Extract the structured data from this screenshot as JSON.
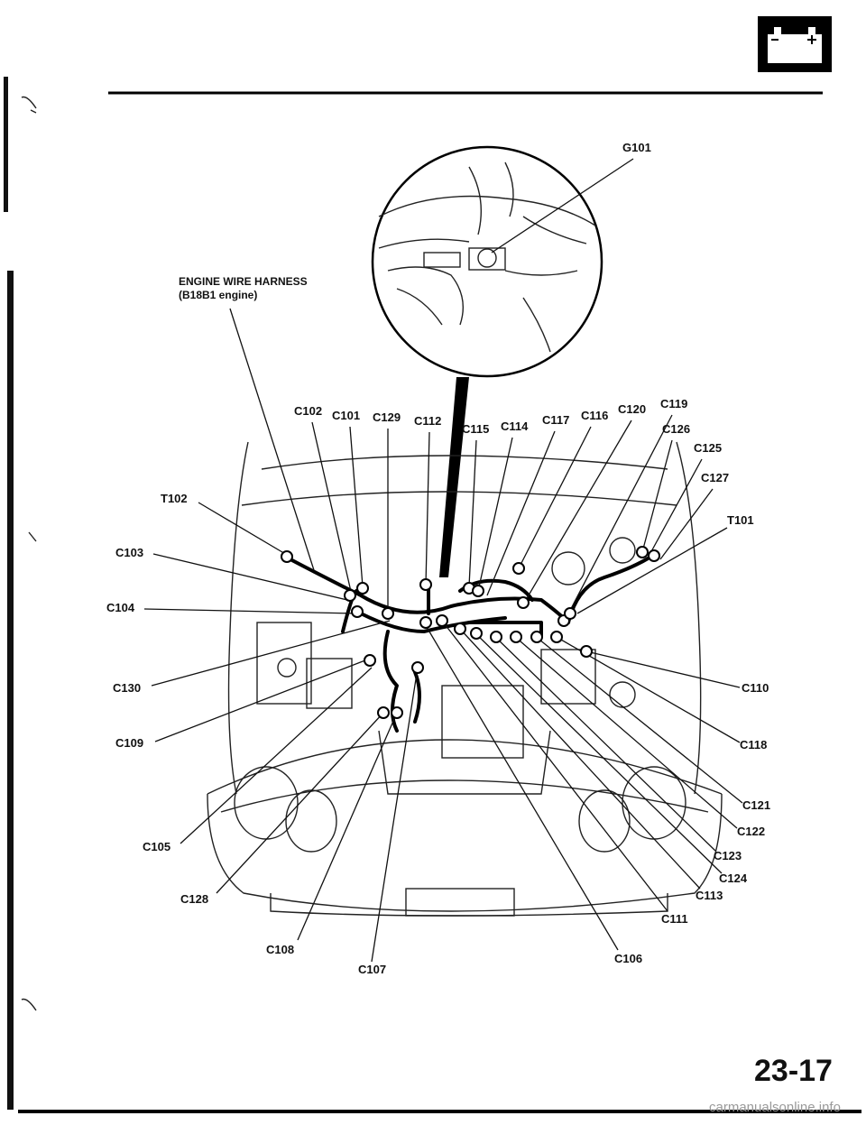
{
  "header": {
    "icon": "battery-icon"
  },
  "harness_label": {
    "line1": "ENGINE WIRE HARNESS",
    "line2": "(B18B1 engine)"
  },
  "ground_label": "G101",
  "callouts": [
    {
      "id": "c102",
      "text": "C102"
    },
    {
      "id": "c101",
      "text": "C101"
    },
    {
      "id": "c129",
      "text": "C129"
    },
    {
      "id": "c112",
      "text": "C112"
    },
    {
      "id": "c115",
      "text": "C115"
    },
    {
      "id": "c114",
      "text": "C114"
    },
    {
      "id": "c117",
      "text": "C117"
    },
    {
      "id": "c116",
      "text": "C116"
    },
    {
      "id": "c120",
      "text": "C120"
    },
    {
      "id": "c119",
      "text": "C119"
    },
    {
      "id": "c126",
      "text": "C126"
    },
    {
      "id": "c125",
      "text": "C125"
    },
    {
      "id": "c127",
      "text": "C127"
    },
    {
      "id": "t101",
      "text": "T101"
    },
    {
      "id": "t102",
      "text": "T102"
    },
    {
      "id": "c103",
      "text": "C103"
    },
    {
      "id": "c104",
      "text": "C104"
    },
    {
      "id": "c130",
      "text": "C130"
    },
    {
      "id": "c109",
      "text": "C109"
    },
    {
      "id": "c105",
      "text": "C105"
    },
    {
      "id": "c128",
      "text": "C128"
    },
    {
      "id": "c108",
      "text": "C108"
    },
    {
      "id": "c107",
      "text": "C107"
    },
    {
      "id": "c106",
      "text": "C106"
    },
    {
      "id": "c111",
      "text": "C111"
    },
    {
      "id": "c113",
      "text": "C113"
    },
    {
      "id": "c124",
      "text": "C124"
    },
    {
      "id": "c123",
      "text": "C123"
    },
    {
      "id": "c122",
      "text": "C122"
    },
    {
      "id": "c121",
      "text": "C121"
    },
    {
      "id": "c118",
      "text": "C118"
    },
    {
      "id": "c110",
      "text": "C110"
    }
  ],
  "page_number": "23-17",
  "watermark": "carmanualsonline.info"
}
